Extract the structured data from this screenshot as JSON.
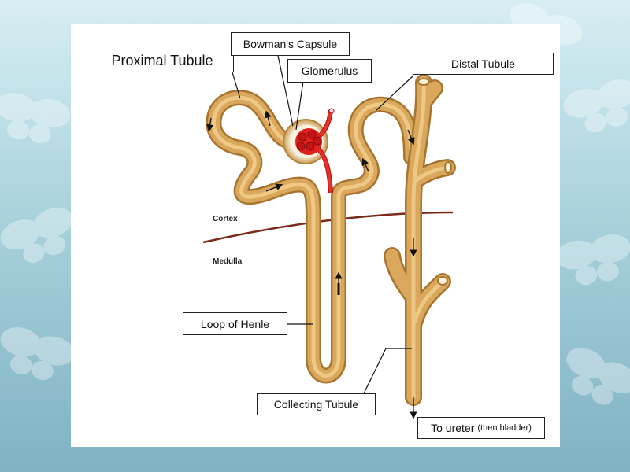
{
  "labels": {
    "proximal_tubule": "Proximal Tubule",
    "bowmans_capsule": "Bowman's Capsule",
    "glomerulus": "Glomerulus",
    "distal_tubule": "Distal Tubule",
    "loop_of_henle": "Loop of Henle",
    "collecting_tubule": "Collecting Tubule",
    "to_ureter": "To ureter",
    "to_ureter_note": "(then bladder)"
  },
  "zones": {
    "cortex": "Cortex",
    "medulla": "Medulla"
  },
  "colors": {
    "tubule": "#d9a85c",
    "tubule_highlight": "#f2cf8e",
    "tubule_shadow": "#a87530",
    "blood": "#e0201c",
    "boundary": "#7a2a1a"
  }
}
